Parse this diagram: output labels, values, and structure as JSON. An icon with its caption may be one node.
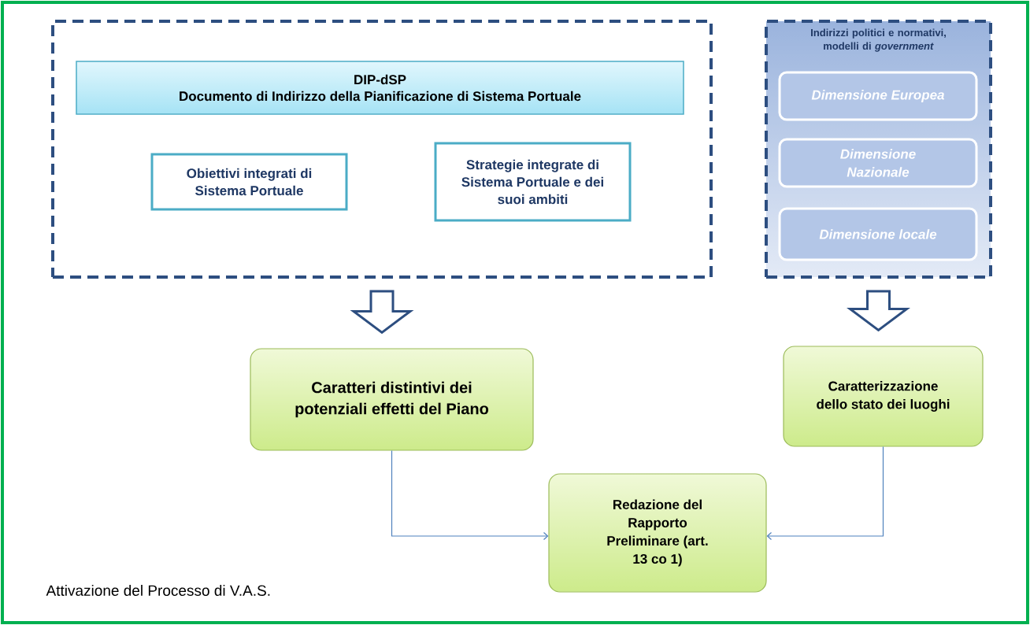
{
  "diagram": {
    "nodes": [
      {
        "text": [],
        "shape": "box"
      },
      {
        "text": [
          "DIP-dSP",
          "Documento di Indirizzo della Pianificazione di Sistema Portuale"
        ],
        "in": 0
      },
      {
        "text": [
          "Obiettivi integrati di Sistema Portuale"
        ],
        "in": 0
      },
      {
        "text": [
          "Strategie integrate di Sistema Portuale e dei suoi ambiti"
        ],
        "in": 0
      },
      {
        "text": [
          "Indirizzi politici e normativi, modelli di *government*"
        ]
      },
      {
        "text": [
          "Dimensione Europea"
        ],
        "in": 4
      },
      {
        "text": [
          "Dimensione Nazionale"
        ],
        "in": 4
      },
      {
        "text": [
          "Dimensione locale"
        ],
        "in": 4
      },
      {
        "text": [
          "Caratteri distintivi dei potenziali effetti del Piano"
        ]
      },
      {
        "text": [
          "Caratterizzazione dello stato dei luoghi"
        ]
      },
      {
        "text": [
          "Redazione del Rapporto Preliminare (art. 13 co 1)"
        ]
      }
    ],
    "edges": [
      {
        "from": 0,
        "to": 8,
        "arrow": "to",
        "style": "thick"
      },
      {
        "from": 4,
        "to": 9,
        "arrow": "to",
        "style": "thick"
      },
      {
        "from": 8,
        "to": 10,
        "arrow": "to"
      },
      {
        "from": 9,
        "to": 10,
        "arrow": "to"
      }
    ],
    "labels": [
      "Attivazione del Processo di V.A.S."
    ]
  }
}
